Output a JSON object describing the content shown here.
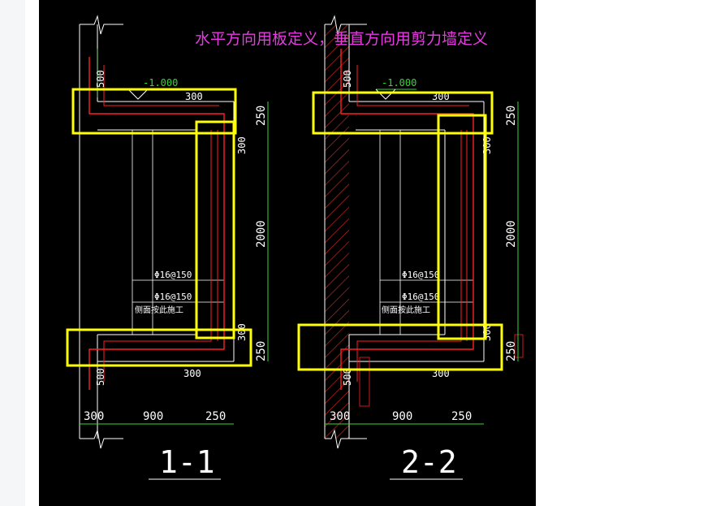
{
  "annotation": {
    "note": "水平方向用板定义，垂直方向用剪力墙定义",
    "note_color": "#e43ce0",
    "highlight_color": "#ffff00"
  },
  "colors": {
    "rebar": "#ff2020",
    "dimension": "#33d633",
    "outline": "#ffffff",
    "hatch": "#c0281e"
  },
  "sections": [
    {
      "title": "1-1",
      "elevation": "-1.000",
      "dims": {
        "top_left": "500",
        "top_slab": "300",
        "right_top": "250",
        "right_upper": "300",
        "right_height": "2000",
        "right_lower": "300",
        "right_bottom": "250",
        "bottom_slab": "300",
        "bottom_left": "500",
        "bottom_a": "300",
        "bottom_b": "900",
        "bottom_c": "250"
      },
      "rebar_1": "Φ16@150",
      "rebar_2": "Φ16@150",
      "note": "侧面按此施工"
    },
    {
      "title": "2-2",
      "elevation": "-1.000",
      "dims": {
        "top_left": "500",
        "top_slab": "300",
        "right_top": "250",
        "right_upper": "300",
        "right_height": "2000",
        "right_lower": "300",
        "right_bottom": "250",
        "bottom_slab": "300",
        "bottom_left": "500",
        "bottom_a": "300",
        "bottom_b": "900",
        "bottom_c": "250"
      },
      "rebar_1": "Φ16@150",
      "rebar_2": "Φ16@150",
      "note": "侧面按此施工"
    }
  ]
}
